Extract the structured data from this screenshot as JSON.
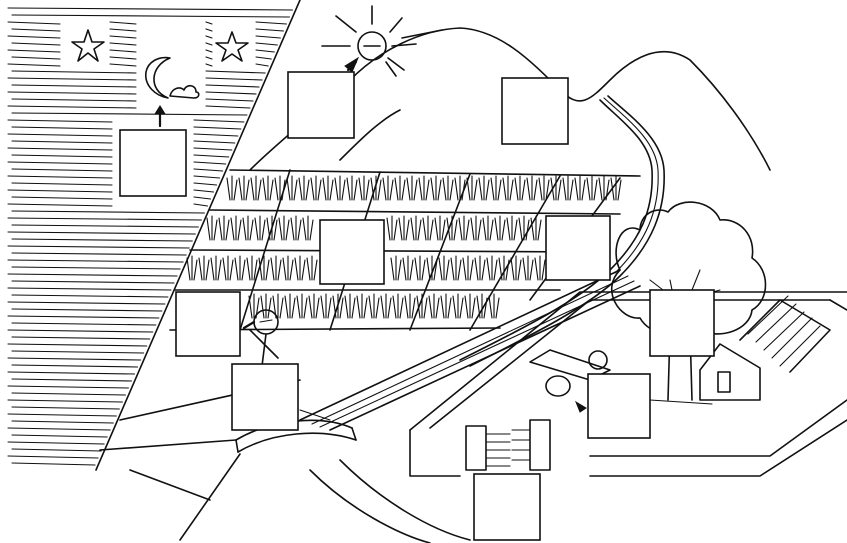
{
  "scene": {
    "elements": [
      "night-sky",
      "star",
      "crescent-moon",
      "sun",
      "mountain",
      "river",
      "rice-paddy-field",
      "person",
      "bridge",
      "irrigation-canal",
      "walled-garden",
      "tree",
      "house",
      "water-pump",
      "sluice-gate"
    ]
  },
  "label_boxes": [
    {
      "id": "moon-label-box",
      "text": ""
    },
    {
      "id": "sun-label-box",
      "text": ""
    },
    {
      "id": "mountain-label-box",
      "text": ""
    },
    {
      "id": "paddy-center-label-box",
      "text": ""
    },
    {
      "id": "paddy-right-label-box",
      "text": ""
    },
    {
      "id": "person-label-box",
      "text": ""
    },
    {
      "id": "path-label-box",
      "text": ""
    },
    {
      "id": "tree-label-box",
      "text": ""
    },
    {
      "id": "pump-label-box",
      "text": ""
    },
    {
      "id": "gate-label-box",
      "text": ""
    }
  ]
}
